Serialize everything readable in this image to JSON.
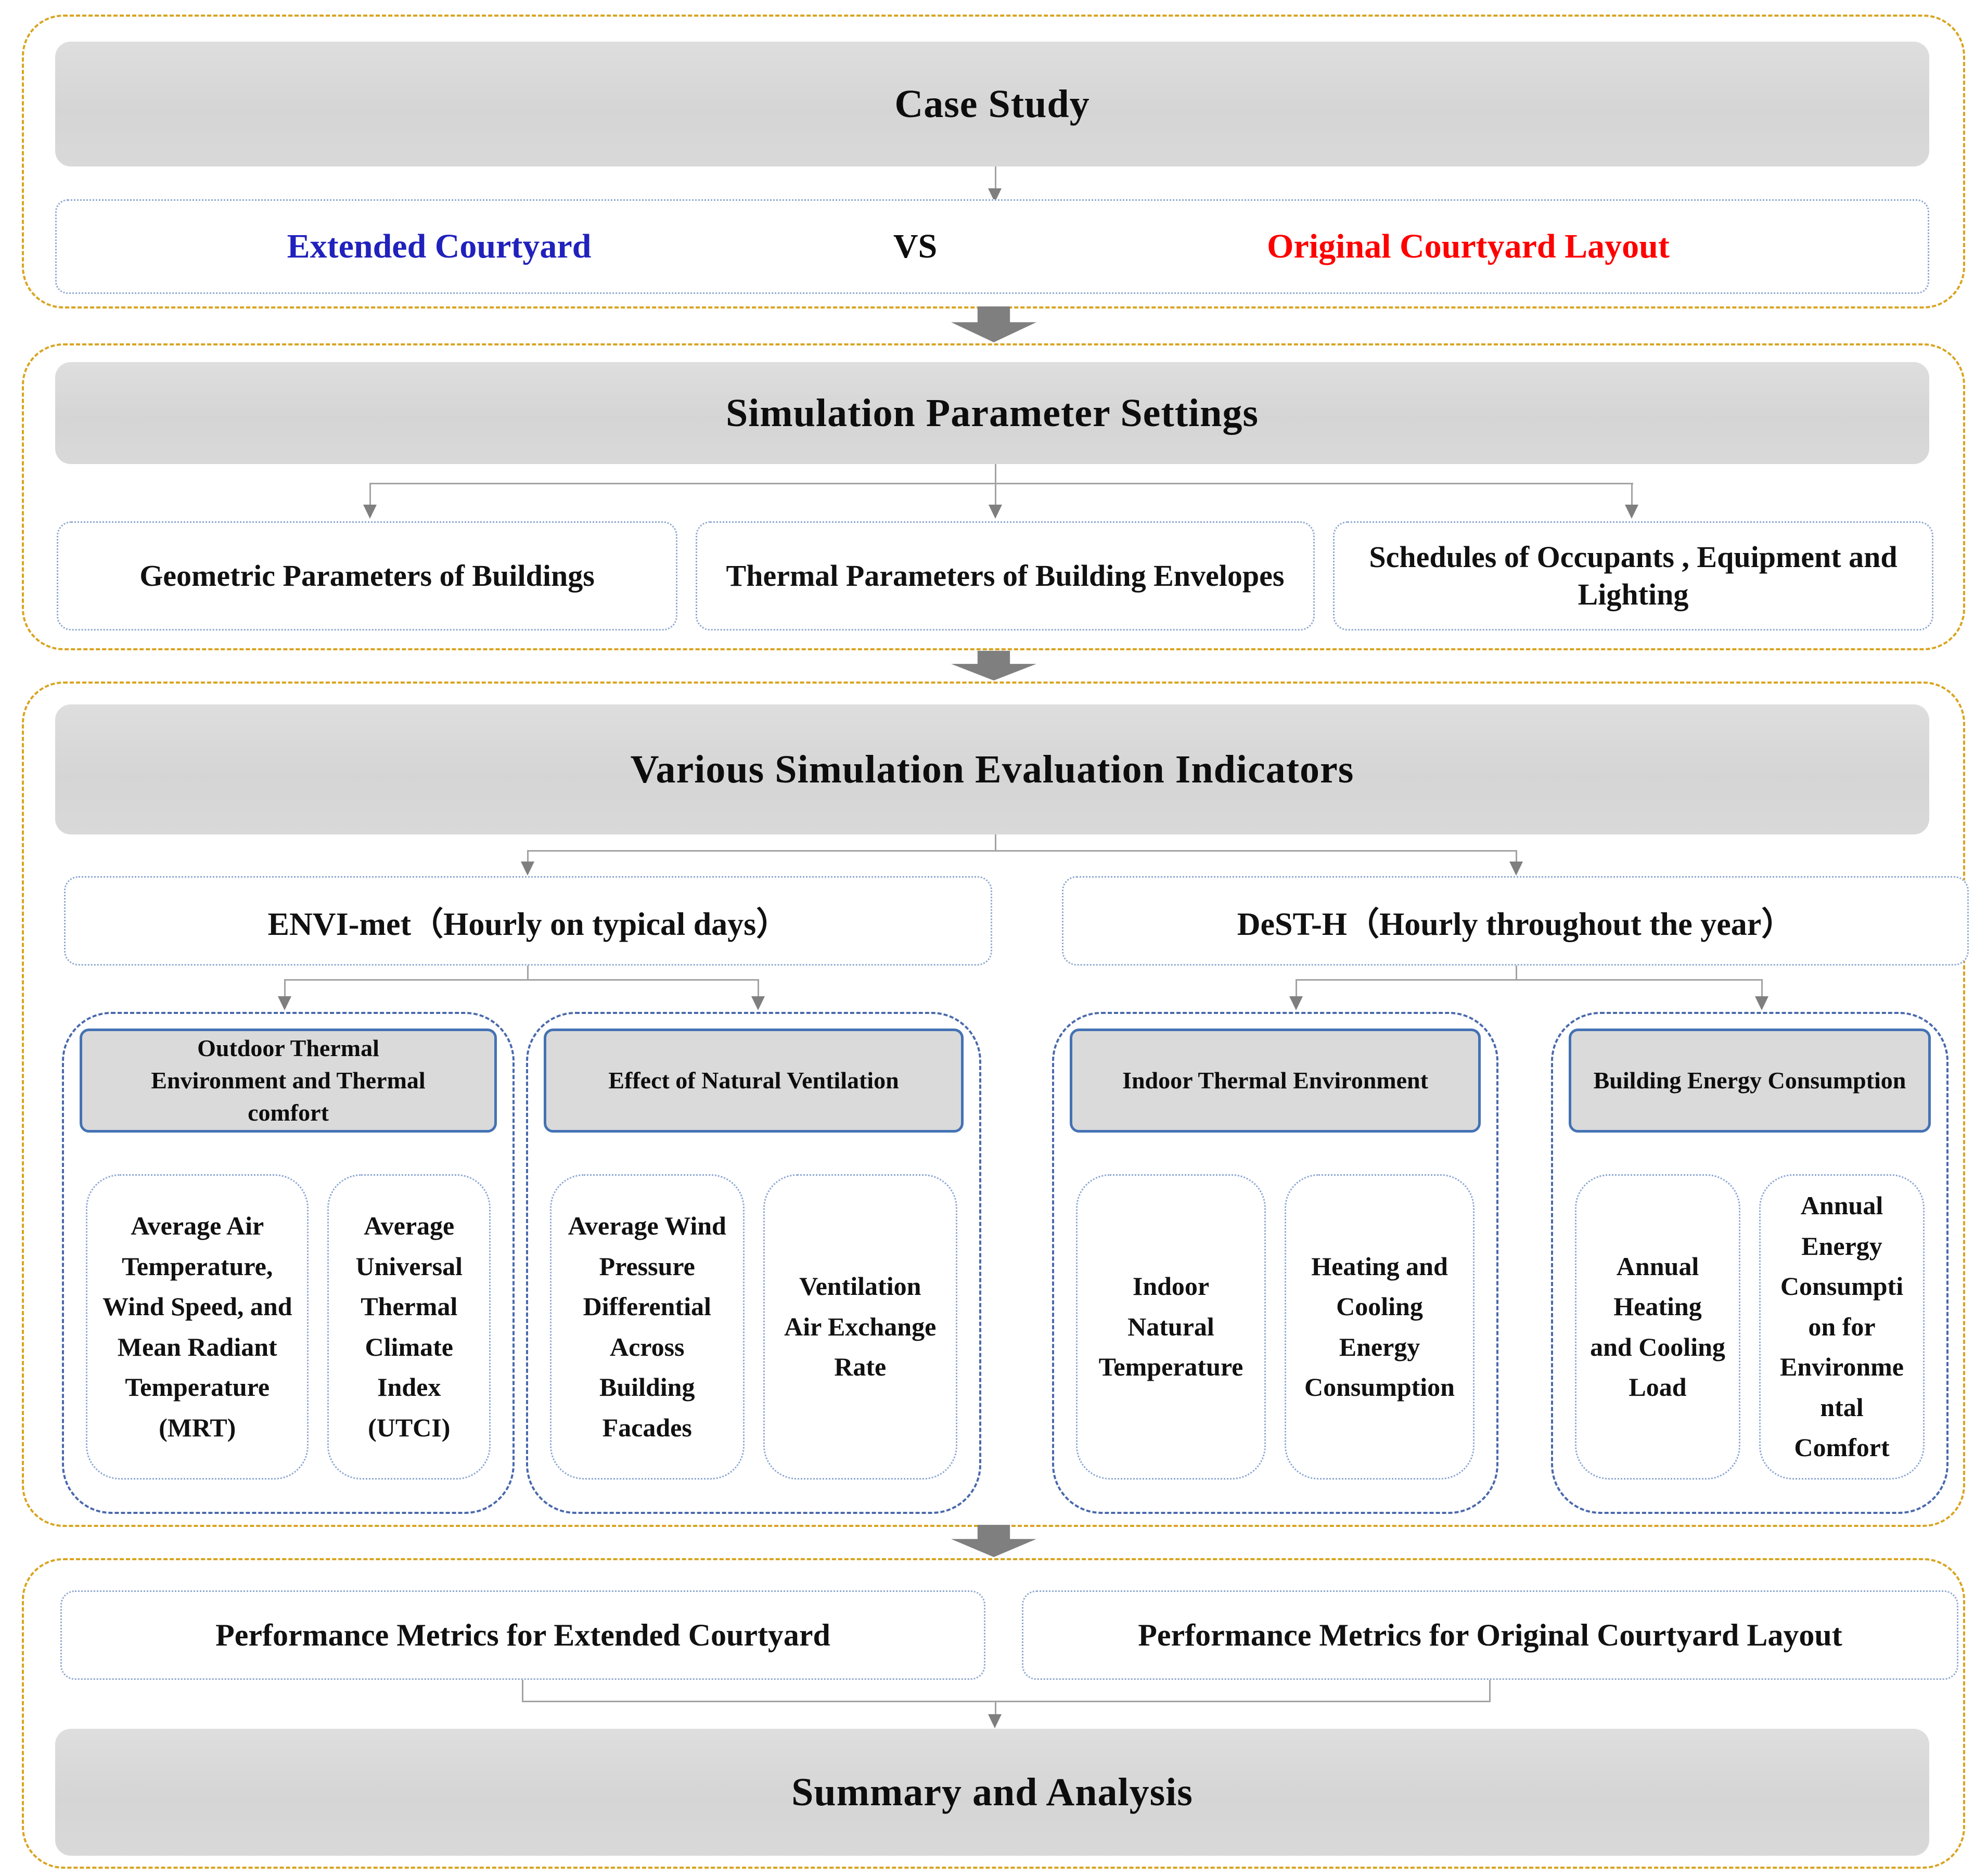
{
  "colors": {
    "section_border_yellow": "#D9A41F",
    "header_fill_gray": "#D9D9D9",
    "box_border_blue": "#8FA8D0",
    "group_border_blue": "#4A69AD",
    "group_header_border_blue": "#4472B4",
    "connector_gray": "#7F7F7F",
    "blue_text": "#2121BD",
    "red_text": "#FF0000"
  },
  "section1": {
    "title": "Case Study",
    "compare": {
      "left": "Extended Courtyard",
      "vs": "VS",
      "right": "Original Courtyard Layout"
    }
  },
  "section2": {
    "title": "Simulation Parameter Settings",
    "boxes": [
      "Geometric Parameters of Buildings",
      "Thermal Parameters of Building Envelopes",
      "Schedules of Occupants , Equipment and Lighting"
    ]
  },
  "section3": {
    "title": "Various Simulation Evaluation Indicators",
    "branches": [
      {
        "label": "ENVI-met（Hourly on typical days）",
        "groups": [
          {
            "header": "Outdoor Thermal Environment and Thermal comfort",
            "items": [
              "Average Air Temperature, Wind Speed, and Mean Radiant Temperature (MRT)",
              "Average Universal Thermal Climate Index (UTCI)"
            ]
          },
          {
            "header": "Effect of Natural Ventilation",
            "items": [
              "Average Wind Pressure Differential Across Building Facades",
              "Ventilation Air Exchange Rate"
            ]
          }
        ]
      },
      {
        "label": "DeST-H（Hourly throughout the year）",
        "groups": [
          {
            "header": "Indoor Thermal Environment",
            "items": [
              "Indoor Natural Temperature",
              "Heating and Cooling Energy Consumption"
            ]
          },
          {
            "header": "Building Energy Consumption",
            "items": [
              "Annual Heating and Cooling Load",
              "Annual Energy Consumption for Environmental Comfort"
            ]
          }
        ]
      }
    ]
  },
  "section4": {
    "boxes": [
      "Performance Metrics for Extended Courtyard",
      "Performance Metrics for Original Courtyard Layout"
    ],
    "title": "Summary and Analysis"
  }
}
